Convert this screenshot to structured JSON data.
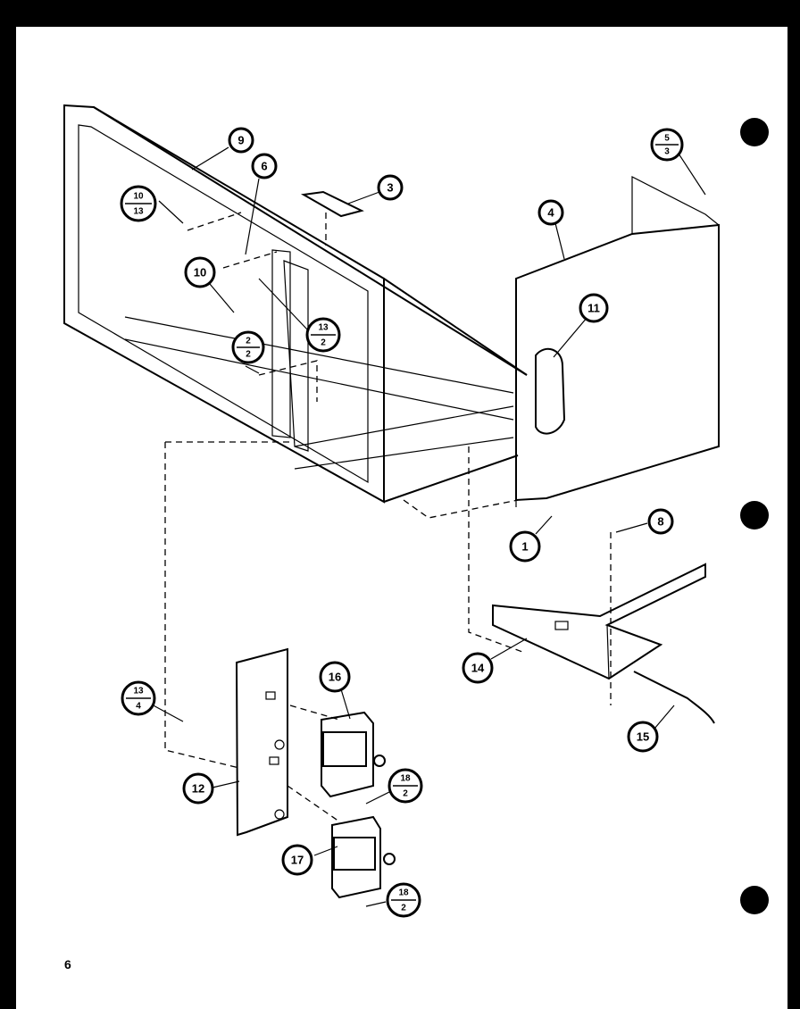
{
  "page_number": "6",
  "callouts": [
    {
      "id": "c9",
      "label": "9"
    },
    {
      "id": "c6",
      "label": "6"
    },
    {
      "id": "c3",
      "label": "3"
    },
    {
      "id": "c4",
      "label": "4"
    },
    {
      "id": "c11",
      "label": "11"
    },
    {
      "id": "c10",
      "label": "10"
    },
    {
      "id": "c1",
      "label": "1"
    },
    {
      "id": "c8",
      "label": "8"
    },
    {
      "id": "c14",
      "label": "14"
    },
    {
      "id": "c15",
      "label": "15"
    },
    {
      "id": "c16",
      "label": "16"
    },
    {
      "id": "c12",
      "label": "12"
    },
    {
      "id": "c17",
      "label": "17"
    }
  ],
  "fraction_callouts": [
    {
      "id": "f1",
      "top": "10",
      "bottom": "13"
    },
    {
      "id": "f2",
      "top": "5",
      "bottom": "3"
    },
    {
      "id": "f3",
      "top": "13",
      "bottom": "2"
    },
    {
      "id": "f4",
      "top": "2",
      "bottom": "2"
    },
    {
      "id": "f5",
      "top": "13",
      "bottom": "4"
    },
    {
      "id": "f6",
      "top": "18",
      "bottom": "2"
    },
    {
      "id": "f7",
      "top": "18",
      "bottom": "2"
    }
  ]
}
